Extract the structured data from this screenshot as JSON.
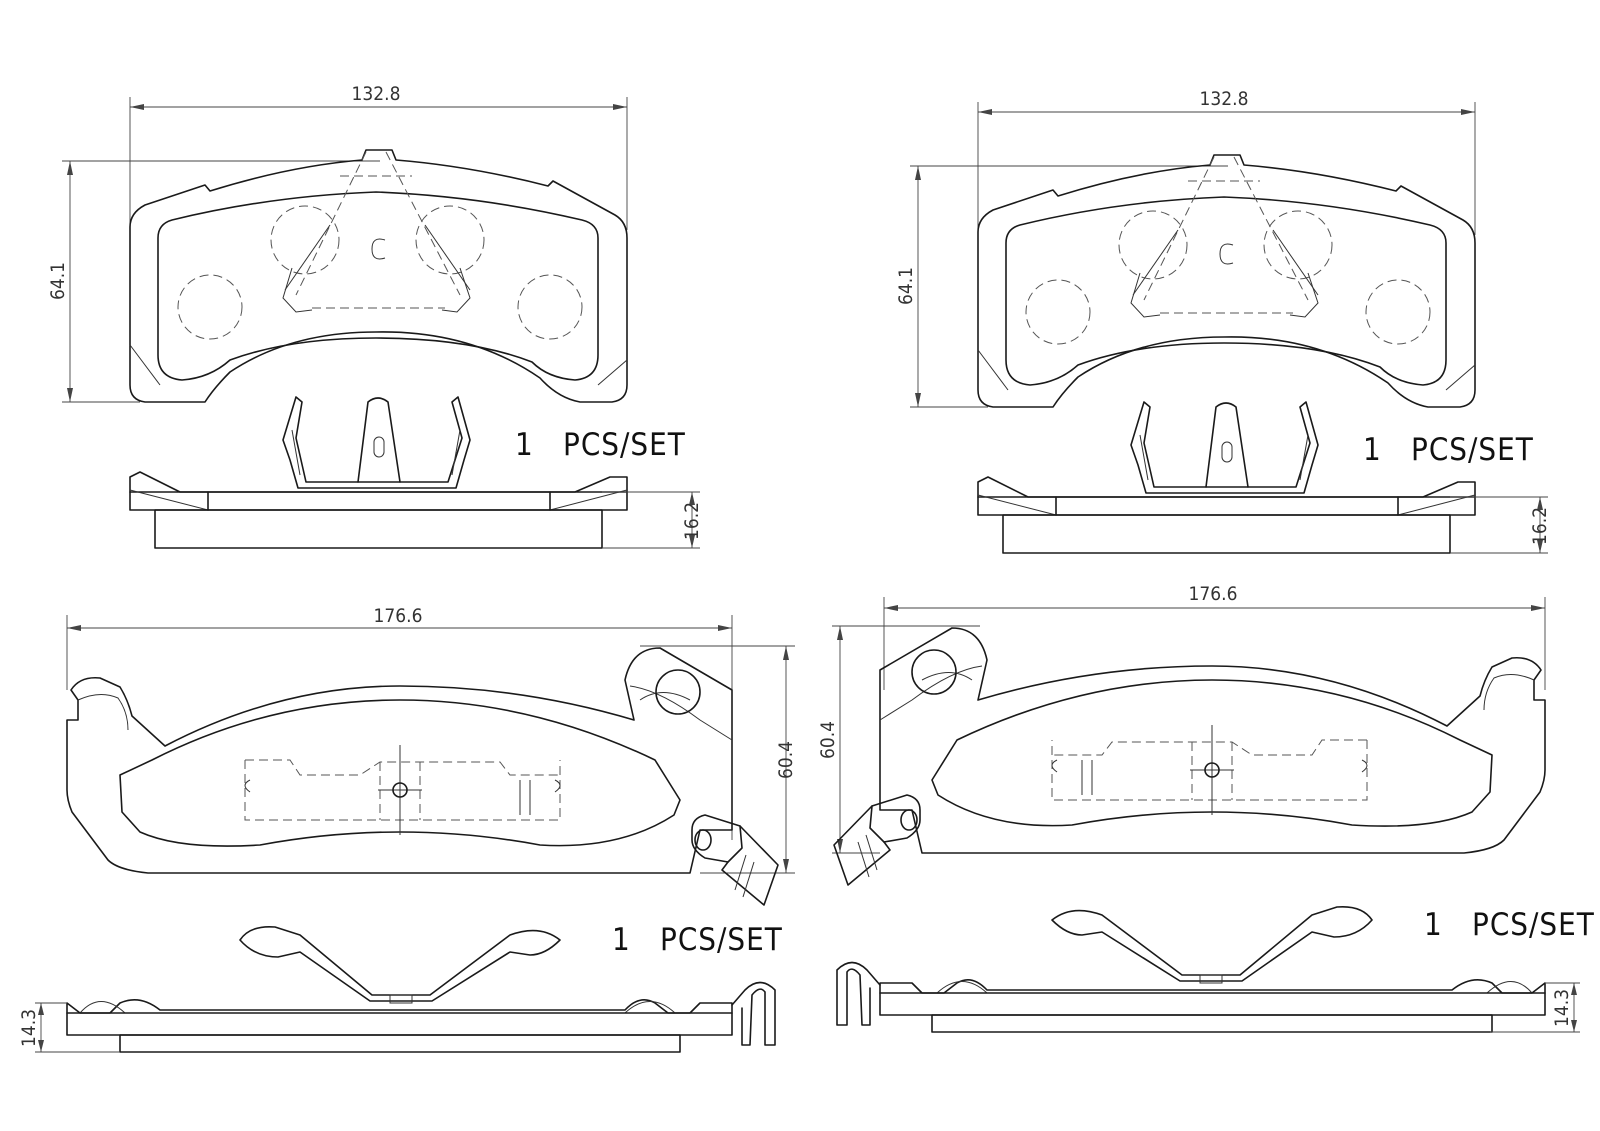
{
  "drawing": {
    "views": [
      {
        "name": "top-left pad",
        "width_dim": "132.8",
        "height_dim": "64.1",
        "thickness_dim": "16.2",
        "qty": "1",
        "qty_unit": "PCS/SET"
      },
      {
        "name": "top-right pad",
        "width_dim": "132.8",
        "height_dim": "64.1",
        "thickness_dim": "16.2",
        "qty": "1",
        "qty_unit": "PCS/SET"
      },
      {
        "name": "bottom-left pad",
        "width_dim": "176.6",
        "height_dim": "60.4",
        "thickness_dim": "14.3",
        "qty": "1",
        "qty_unit": "PCS/SET"
      },
      {
        "name": "bottom-right pad",
        "width_dim": "176.6",
        "height_dim": "60.4",
        "thickness_dim": "14.3",
        "qty": "1",
        "qty_unit": "PCS/SET"
      }
    ],
    "line_color": "#1a1a1a",
    "background": "#ffffff"
  }
}
